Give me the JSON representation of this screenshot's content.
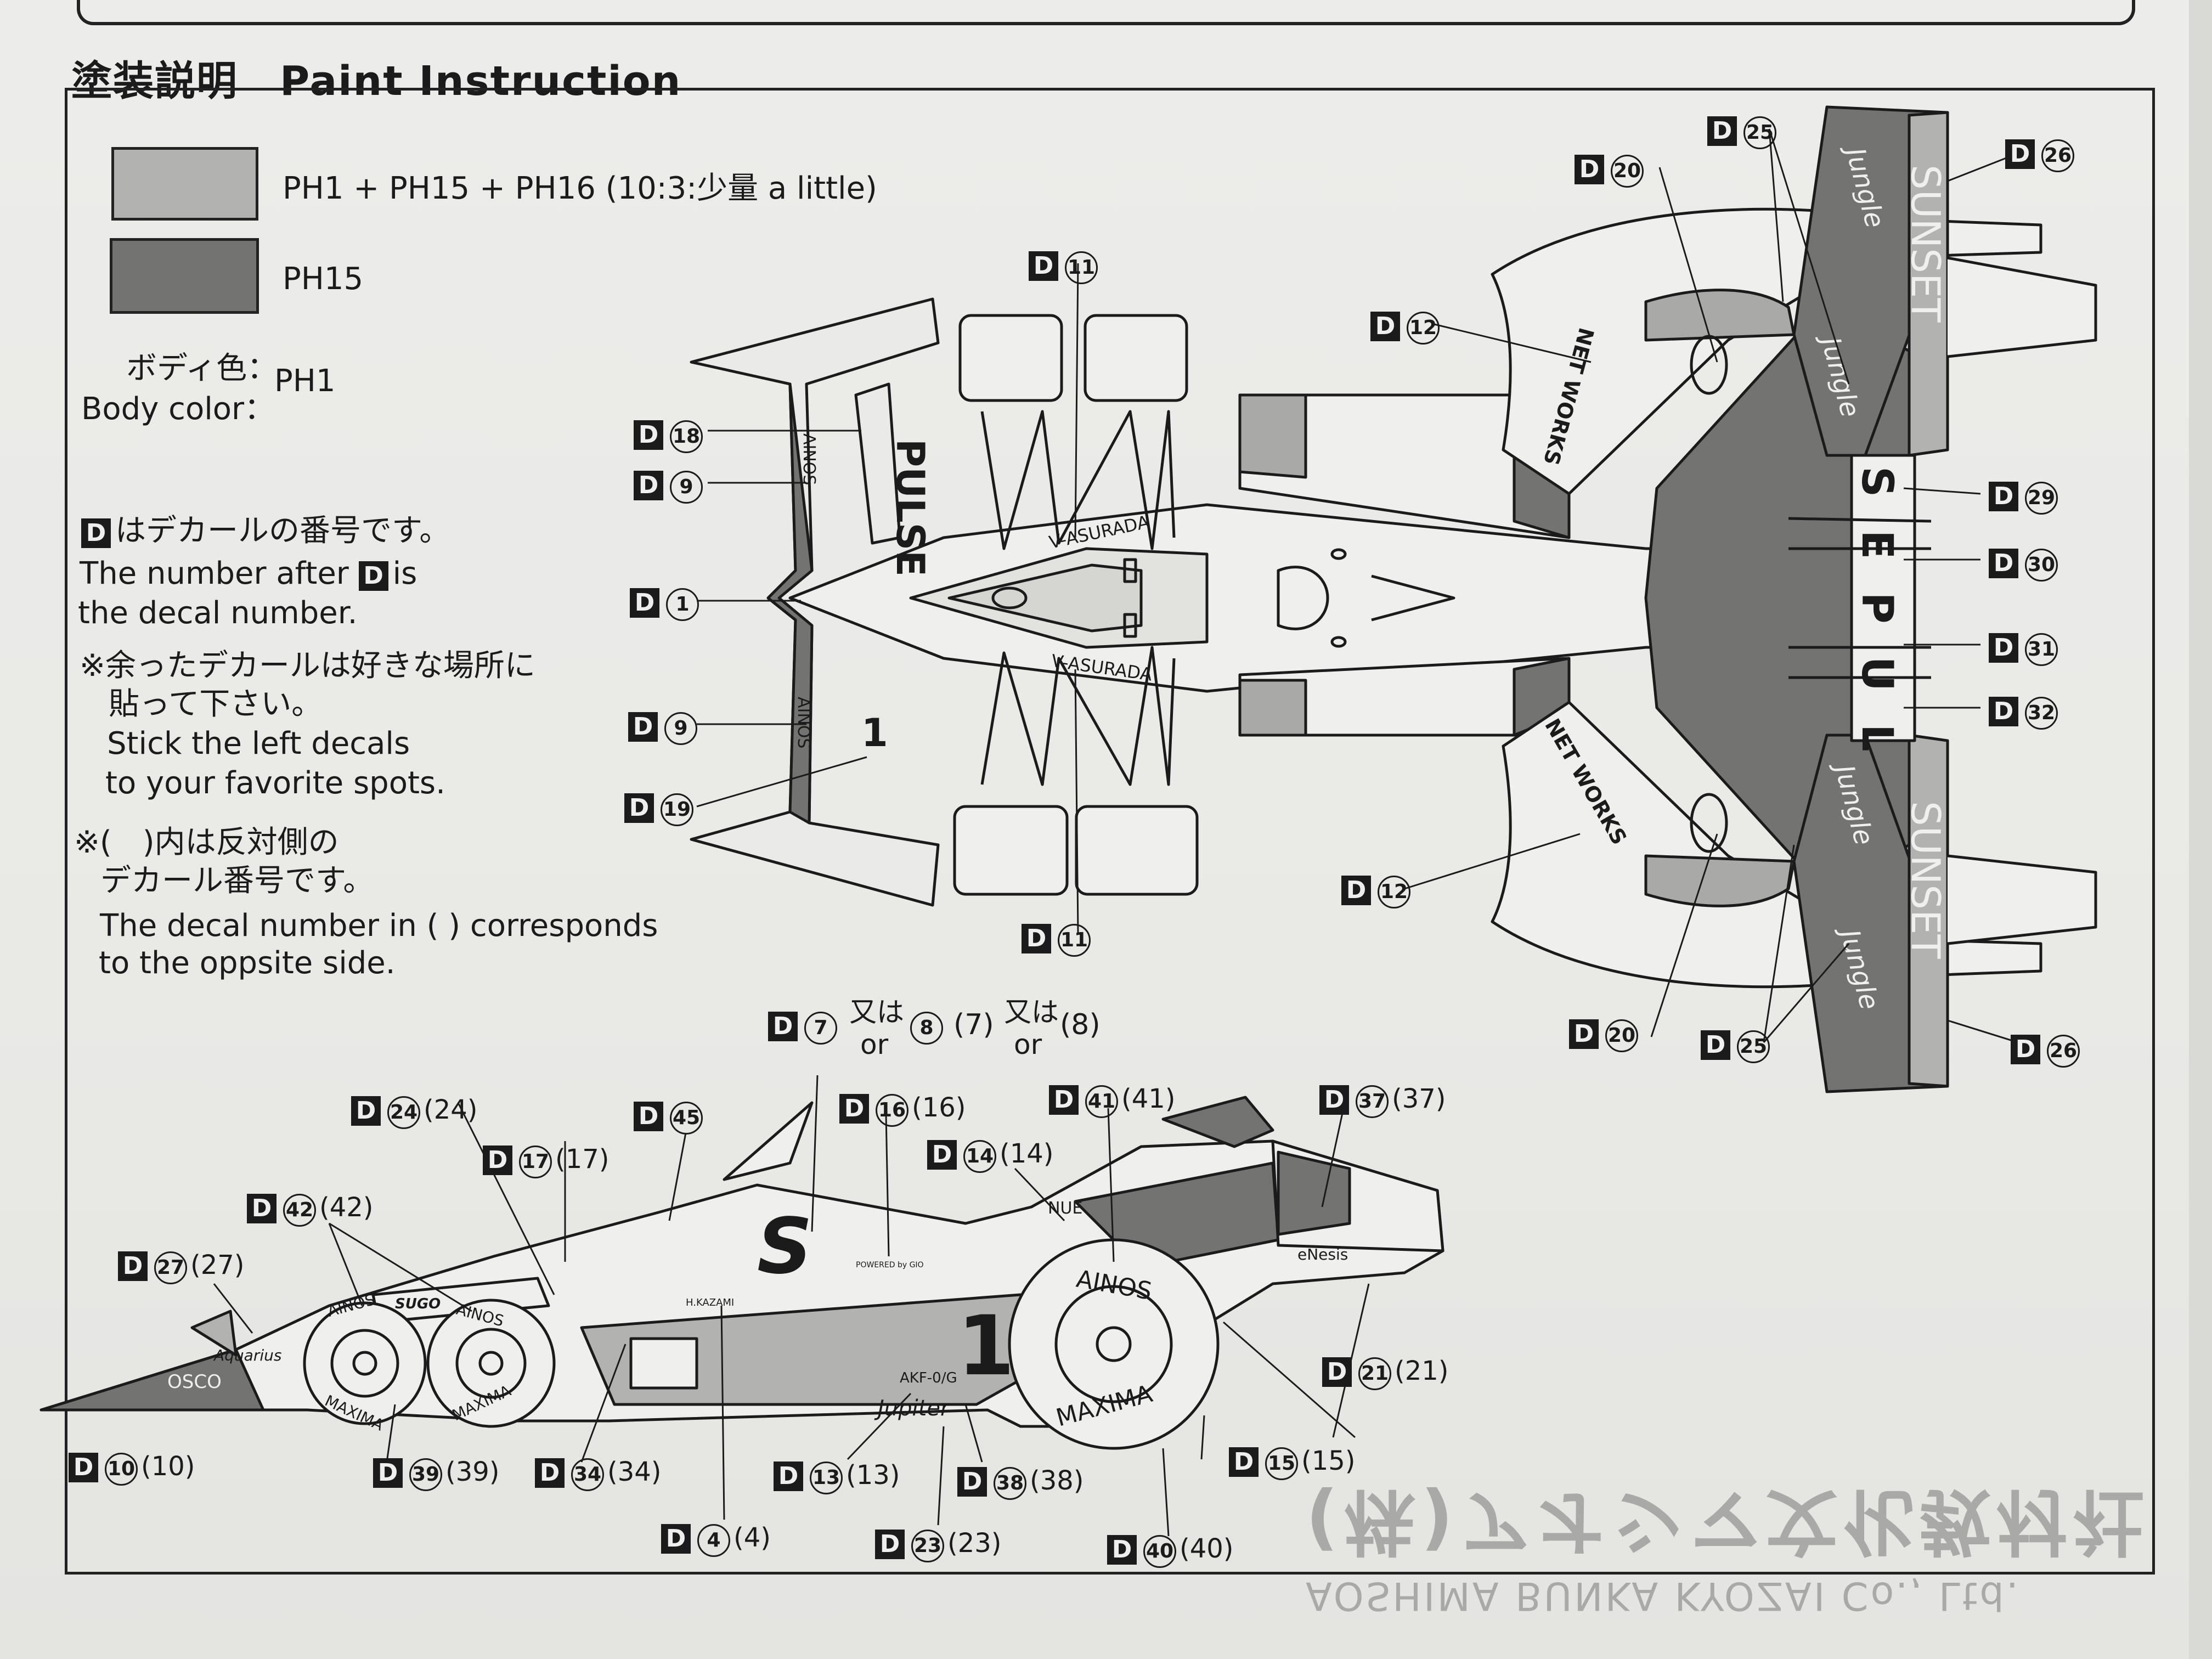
{
  "section_title": "塗装説明　Paint Instruction",
  "colors": {
    "swatch_light": "#b2b2b0",
    "swatch_dark": "#737372",
    "ink": "#1b1b1b"
  },
  "legend": {
    "row1": "PH1 + PH15 + PH16 (10:3:少量 a little)",
    "row2": "PH15",
    "body_color_jp": "ボディ色：",
    "body_color_en": "Body color：",
    "body_color_value": "PH1"
  },
  "notes": {
    "decal_jp": "はデカールの番号です。",
    "decal_en_1": "The number after",
    "decal_en_1b": "is",
    "decal_en_2": "the decal number.",
    "left_jp_1": "※余ったデカールは好きな場所に",
    "left_jp_2": "貼って下さい。",
    "left_en_1": "Stick the left decals",
    "left_en_2": "to your favorite spots.",
    "opp_jp_1": "※(　)内は反対側の",
    "opp_jp_2": "デカール番号です。",
    "opp_en_1": "The decal number in ( ) corresponds",
    "opp_en_2": "to the oppsite side."
  },
  "badge_letter": "D",
  "top_callouts": [
    {
      "id": "d25_top",
      "num": "25"
    },
    {
      "id": "d26_top",
      "num": "26"
    },
    {
      "id": "d20_top",
      "num": "20"
    },
    {
      "id": "d11_top",
      "num": "11"
    },
    {
      "id": "d12_top",
      "num": "12"
    },
    {
      "id": "d18",
      "num": "18"
    },
    {
      "id": "d9_top",
      "num": "9"
    },
    {
      "id": "d1",
      "num": "1"
    },
    {
      "id": "d9_bot",
      "num": "9"
    },
    {
      "id": "d19",
      "num": "19"
    },
    {
      "id": "d29",
      "num": "29"
    },
    {
      "id": "d30",
      "num": "30"
    },
    {
      "id": "d31",
      "num": "31"
    },
    {
      "id": "d32",
      "num": "32"
    },
    {
      "id": "d12_bot",
      "num": "12"
    },
    {
      "id": "d11_bot",
      "num": "11"
    },
    {
      "id": "d20_bot",
      "num": "20"
    },
    {
      "id": "d25_bot",
      "num": "25"
    },
    {
      "id": "d26_bot",
      "num": "26"
    }
  ],
  "side_callouts": [
    {
      "id": "d7",
      "num": "7",
      "alt": ""
    },
    {
      "id": "d24",
      "num": "24",
      "alt": "(24)"
    },
    {
      "id": "d45",
      "num": "45",
      "alt": ""
    },
    {
      "id": "d16",
      "num": "16",
      "alt": "(16)"
    },
    {
      "id": "d41",
      "num": "41",
      "alt": "(41)"
    },
    {
      "id": "d37",
      "num": "37",
      "alt": "(37)"
    },
    {
      "id": "d17",
      "num": "17",
      "alt": "(17)"
    },
    {
      "id": "d14",
      "num": "14",
      "alt": "(14)"
    },
    {
      "id": "d42",
      "num": "42",
      "alt": "(42)"
    },
    {
      "id": "d27",
      "num": "27",
      "alt": "(27)"
    },
    {
      "id": "d21",
      "num": "21",
      "alt": "(21)"
    },
    {
      "id": "d10",
      "num": "10",
      "alt": "(10)"
    },
    {
      "id": "d39",
      "num": "39",
      "alt": "(39)"
    },
    {
      "id": "d34",
      "num": "34",
      "alt": "(34)"
    },
    {
      "id": "d13",
      "num": "13",
      "alt": "(13)"
    },
    {
      "id": "d38",
      "num": "38",
      "alt": "(38)"
    },
    {
      "id": "d15",
      "num": "15",
      "alt": "(15)"
    },
    {
      "id": "d4",
      "num": "4",
      "alt": "(4)"
    },
    {
      "id": "d23",
      "num": "23",
      "alt": "(23)"
    },
    {
      "id": "d40",
      "num": "40",
      "alt": "(40)"
    }
  ],
  "or_labels": {
    "jp": "又は",
    "en": "or",
    "eight": "8",
    "seven_paren": "(7)",
    "eight_paren": "(8)"
  },
  "car_text": {
    "pulse": "PULSE",
    "ainos": "AINOS",
    "v_asurada": "V-ASURADA",
    "net_works": "NET WORKS",
    "sunset": "SUNSET",
    "jungle": "Jungle",
    "sepul": "SEPUL",
    "number_one": "1",
    "s_logo": "S",
    "maxima": "MAXIMA",
    "osco": "OSCO",
    "aquarius": "Aquarius",
    "jupiter": "Jupiter",
    "enesis": "eNesis",
    "nue": "NUE",
    "akf": "AKF-0/G",
    "kazami": "H.KAZAMI",
    "sugo": "SUGO",
    "powered": "POWERED by GIO"
  },
  "company": {
    "jp": "(株)アオシマ文化教材社",
    "en": "AOSHIMA BUNKA KYOZAI Co., Ltd."
  }
}
